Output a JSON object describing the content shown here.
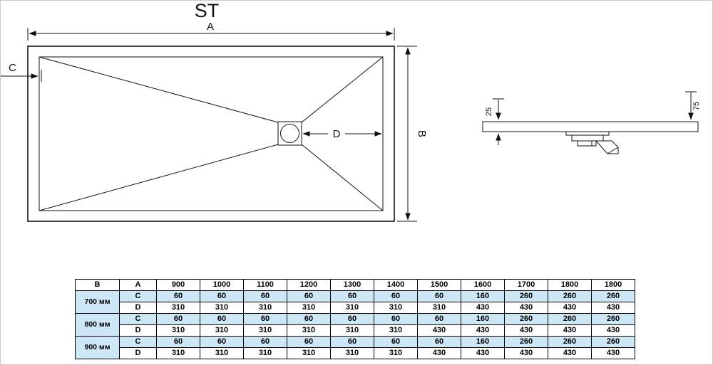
{
  "title": "ST",
  "plan": {
    "dim_a": "A",
    "dim_b": "B",
    "dim_c": "C",
    "dim_d": "D"
  },
  "side": {
    "dim_25": "25",
    "dim_75": "75"
  },
  "colors": {
    "row_c_bg": "#cde7f6",
    "line": "#111111"
  },
  "table": {
    "col_b": "B",
    "col_a": "A",
    "a_values": [
      "900",
      "1000",
      "1100",
      "1200",
      "1300",
      "1400",
      "1500",
      "1600",
      "1700",
      "1800",
      "1800"
    ],
    "groups": [
      {
        "b": "700 мм",
        "rows": [
          {
            "label": "C",
            "values": [
              "60",
              "60",
              "60",
              "60",
              "60",
              "60",
              "60",
              "160",
              "260",
              "260",
              "260"
            ]
          },
          {
            "label": "D",
            "values": [
              "310",
              "310",
              "310",
              "310",
              "310",
              "310",
              "310",
              "430",
              "430",
              "430",
              "430"
            ]
          }
        ]
      },
      {
        "b": "800 мм",
        "rows": [
          {
            "label": "C",
            "values": [
              "60",
              "60",
              "60",
              "60",
              "60",
              "60",
              "60",
              "160",
              "260",
              "260",
              "260"
            ]
          },
          {
            "label": "D",
            "values": [
              "310",
              "310",
              "310",
              "310",
              "310",
              "310",
              "430",
              "430",
              "430",
              "430",
              "430"
            ]
          }
        ]
      },
      {
        "b": "900 мм",
        "rows": [
          {
            "label": "C",
            "values": [
              "60",
              "60",
              "60",
              "60",
              "60",
              "60",
              "60",
              "160",
              "260",
              "260",
              "260"
            ]
          },
          {
            "label": "D",
            "values": [
              "310",
              "310",
              "310",
              "310",
              "310",
              "310",
              "430",
              "430",
              "430",
              "430",
              "430"
            ]
          }
        ]
      }
    ]
  }
}
